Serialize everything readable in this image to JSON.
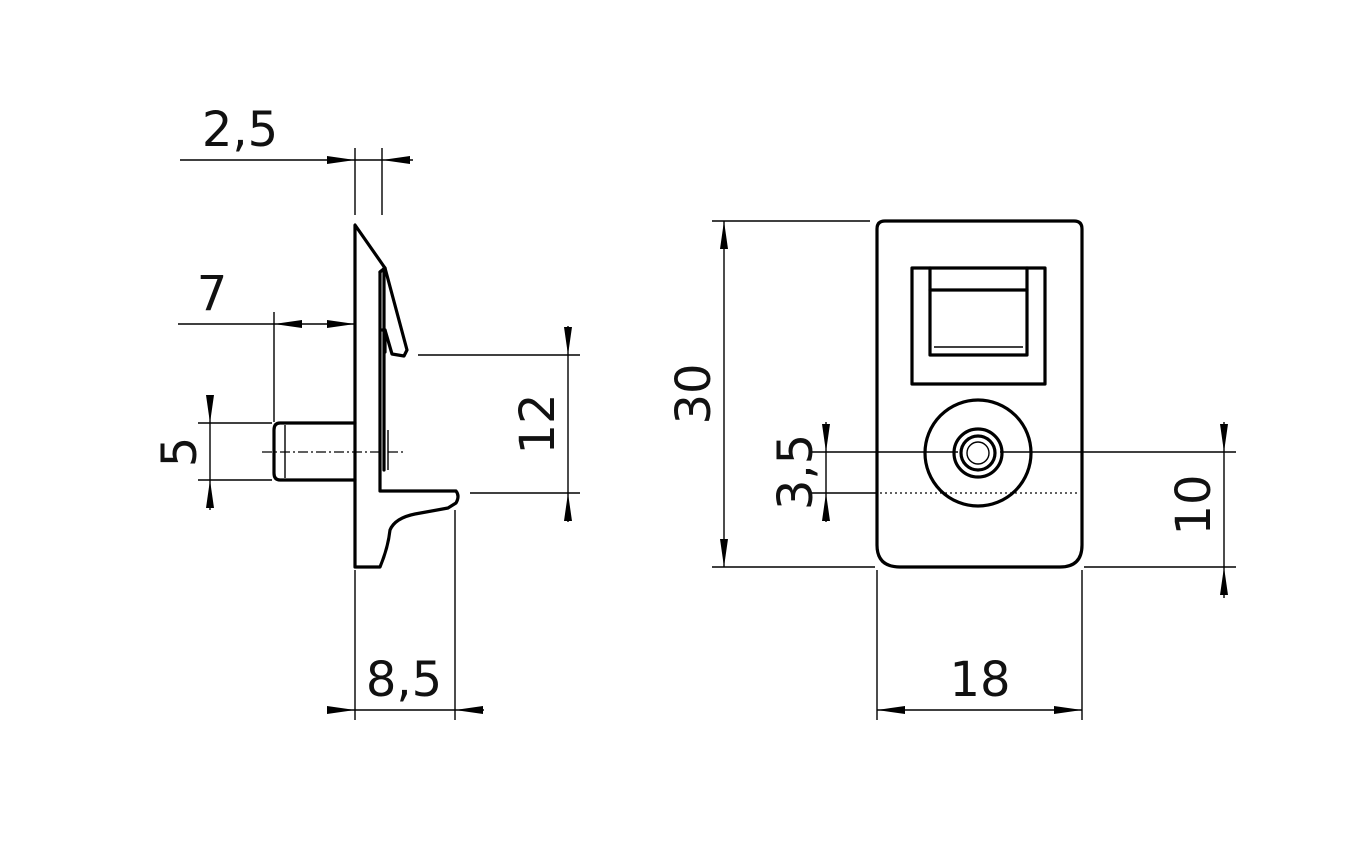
{
  "side_view": {
    "dims": {
      "width_thickness": "2,5",
      "pin_length": "7",
      "pin_diameter": "5",
      "hook_height": "12",
      "overall_depth": "8,5"
    }
  },
  "front_view": {
    "dims": {
      "height": "30",
      "hole_offset": "3,5",
      "hole_center_height": "10",
      "width": "18"
    }
  }
}
